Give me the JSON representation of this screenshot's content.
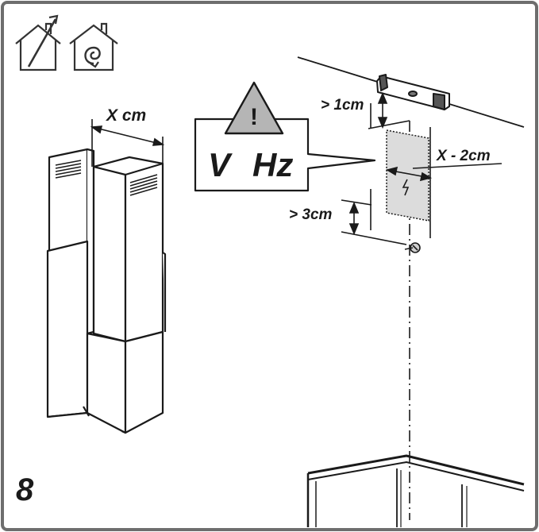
{
  "figure": {
    "step_number": "8",
    "labels": {
      "chimney_width": "X cm",
      "voltage": "V",
      "frequency": "Hz",
      "top_clearance": "> 1cm",
      "bottom_clearance": "> 3cm",
      "outlet_width": "X - 2cm",
      "warning_symbol": "!"
    },
    "icons": [
      "house-extraction-icon",
      "house-recirculation-icon",
      "warning-triangle-icon",
      "electric-outlet-icon"
    ]
  }
}
